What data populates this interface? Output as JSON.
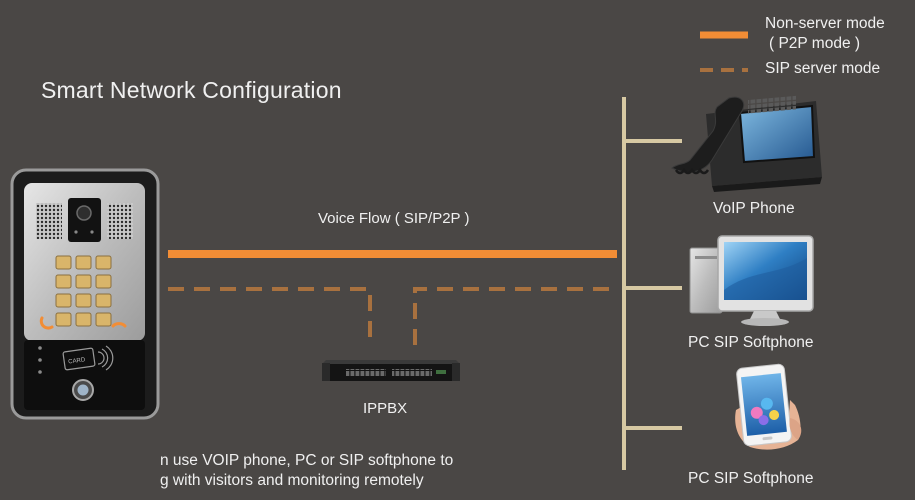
{
  "title": "Smart Network Configuration",
  "legend": {
    "non_server": {
      "line1": "Non-server mode",
      "line2": "( P2P mode )",
      "style": "solid"
    },
    "sip_server": {
      "label": "SIP server mode",
      "style": "dashed"
    }
  },
  "voice_flow_label": "Voice Flow ( SIP/P2P )",
  "door_phone": {
    "icon": "door-intercom-icon",
    "card_text": "CARD"
  },
  "ippbx": {
    "label": "IPPBX",
    "icon": "ippbx-switch-icon"
  },
  "endpoints": [
    {
      "label": "VoIP Phone",
      "icon": "voip-desk-phone-icon"
    },
    {
      "label": "PC SIP Softphone",
      "icon": "desktop-pc-icon"
    },
    {
      "label": "PC SIP Softphone",
      "icon": "smartphone-in-hand-icon"
    }
  ],
  "caption_lines": [
    "n use VOIP phone, PC or SIP softphone to",
    "g with visitors and monitoring remotely"
  ],
  "colors": {
    "background": "#4a4745",
    "p2p_line": "#f28d35",
    "sip_line": "#a8713f",
    "bus_line": "#d7c9a3",
    "text": "#f0f0f0"
  }
}
